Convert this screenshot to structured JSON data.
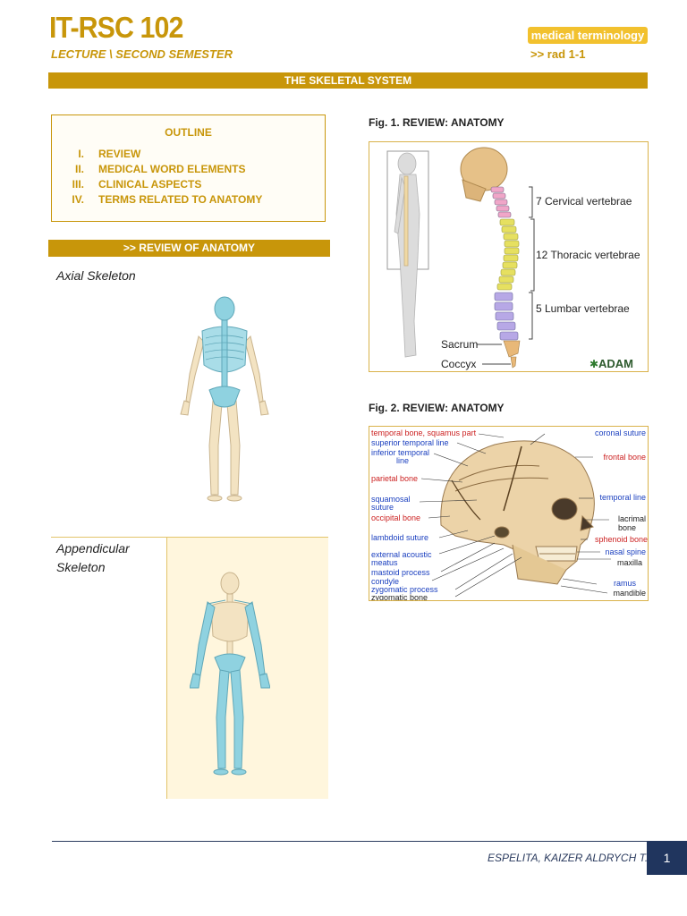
{
  "header": {
    "course_code": "IT-RSC 102",
    "lecture_line": "LECTURE \\ SECOND SEMESTER",
    "subject": "medical terminology",
    "code": ">> rad 1-1"
  },
  "title": "THE SKELETAL SYSTEM",
  "outline": {
    "title": "OUTLINE",
    "items": [
      {
        "num": "I.",
        "label": "REVIEW"
      },
      {
        "num": "II.",
        "label": "MEDICAL WORD ELEMENTS"
      },
      {
        "num": "III.",
        "label": "CLINICAL ASPECTS"
      },
      {
        "num": "IV.",
        "label": "TERMS RELATED TO ANATOMY"
      }
    ]
  },
  "review_section": {
    "heading": ">> REVIEW OF ANATOMY",
    "axial_label": "Axial Skeleton",
    "appendicular_label_1": "Appendicular",
    "appendicular_label_2": "Skeleton"
  },
  "fig1": {
    "caption": "Fig. 1. REVIEW: ANATOMY",
    "labels": {
      "cervical": "7 Cervical vertebrae",
      "thoracic": "12 Thoracic vertebrae",
      "lumbar": "5 Lumbar vertebrae",
      "sacrum": "Sacrum",
      "coccyx": "Coccyx",
      "logo": "ADAM"
    }
  },
  "fig2": {
    "caption": "Fig. 2. REVIEW: ANATOMY",
    "labels_left": [
      {
        "text": "temporal bone, squamus part",
        "color": "#cc2222"
      },
      {
        "text": "superior temporal line",
        "color": "#1a3fbf"
      },
      {
        "text": "inferior temporal",
        "color": "#1a3fbf"
      },
      {
        "text": "line",
        "color": "#1a3fbf"
      },
      {
        "text": "parietal bone",
        "color": "#cc2222"
      },
      {
        "text": "squamosal",
        "color": "#1a3fbf"
      },
      {
        "text": "suture",
        "color": "#1a3fbf"
      },
      {
        "text": "occipital bone",
        "color": "#cc2222"
      },
      {
        "text": "lambdoid suture",
        "color": "#1a3fbf"
      },
      {
        "text": "external acoustic",
        "color": "#1a3fbf"
      },
      {
        "text": "meatus",
        "color": "#1a3fbf"
      },
      {
        "text": "mastoid process",
        "color": "#1a3fbf"
      },
      {
        "text": "condyle",
        "color": "#1a3fbf"
      },
      {
        "text": "zygomatic process",
        "color": "#1a3fbf"
      },
      {
        "text": "zygomatic bone",
        "color": "#222222"
      }
    ],
    "labels_right": [
      {
        "text": "coronal suture",
        "color": "#1a3fbf"
      },
      {
        "text": "frontal bone",
        "color": "#cc2222"
      },
      {
        "text": "temporal line",
        "color": "#1a3fbf"
      },
      {
        "text": "lacrimal",
        "color": "#222222"
      },
      {
        "text": "bone",
        "color": "#222222"
      },
      {
        "text": "sphenoid bone",
        "color": "#cc2222"
      },
      {
        "text": "nasal spine",
        "color": "#1a3fbf"
      },
      {
        "text": "maxilla",
        "color": "#222222"
      },
      {
        "text": "ramus",
        "color": "#1a3fbf"
      },
      {
        "text": "mandible",
        "color": "#222222"
      }
    ]
  },
  "footer": {
    "author": "ESPELITA, KAIZER ALDRYCH T.",
    "page": "1"
  },
  "colors": {
    "gold": "#c8960a",
    "navy": "#20355e"
  }
}
